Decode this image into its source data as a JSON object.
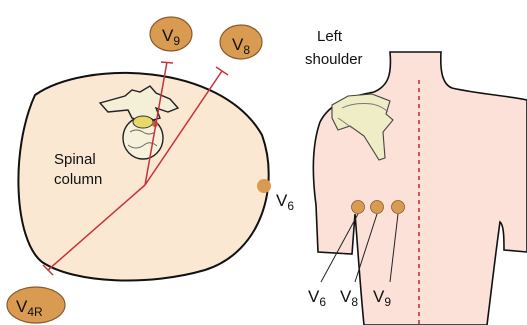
{
  "labels": {
    "spinal_column_line1": "Spinal",
    "spinal_column_line2": "column",
    "left_shoulder_line1": "Left",
    "left_shoulder_line2": "shoulder"
  },
  "leads": {
    "v9": {
      "main": "V",
      "sub": "9"
    },
    "v8": {
      "main": "V",
      "sub": "8"
    },
    "v6": {
      "main": "V",
      "sub": "6"
    },
    "v4r": {
      "main": "V",
      "sub": "4R"
    }
  },
  "back_electrodes": [
    {
      "main": "V",
      "sub": "6"
    },
    {
      "main": "V",
      "sub": "8"
    },
    {
      "main": "V",
      "sub": "9"
    }
  ],
  "colors": {
    "torso_fill": "#fbe8d2",
    "skin": "#fbe1d8",
    "electrode": "#d99a52",
    "vector_line": "#c8323c",
    "scapula": "#eeedc6"
  }
}
